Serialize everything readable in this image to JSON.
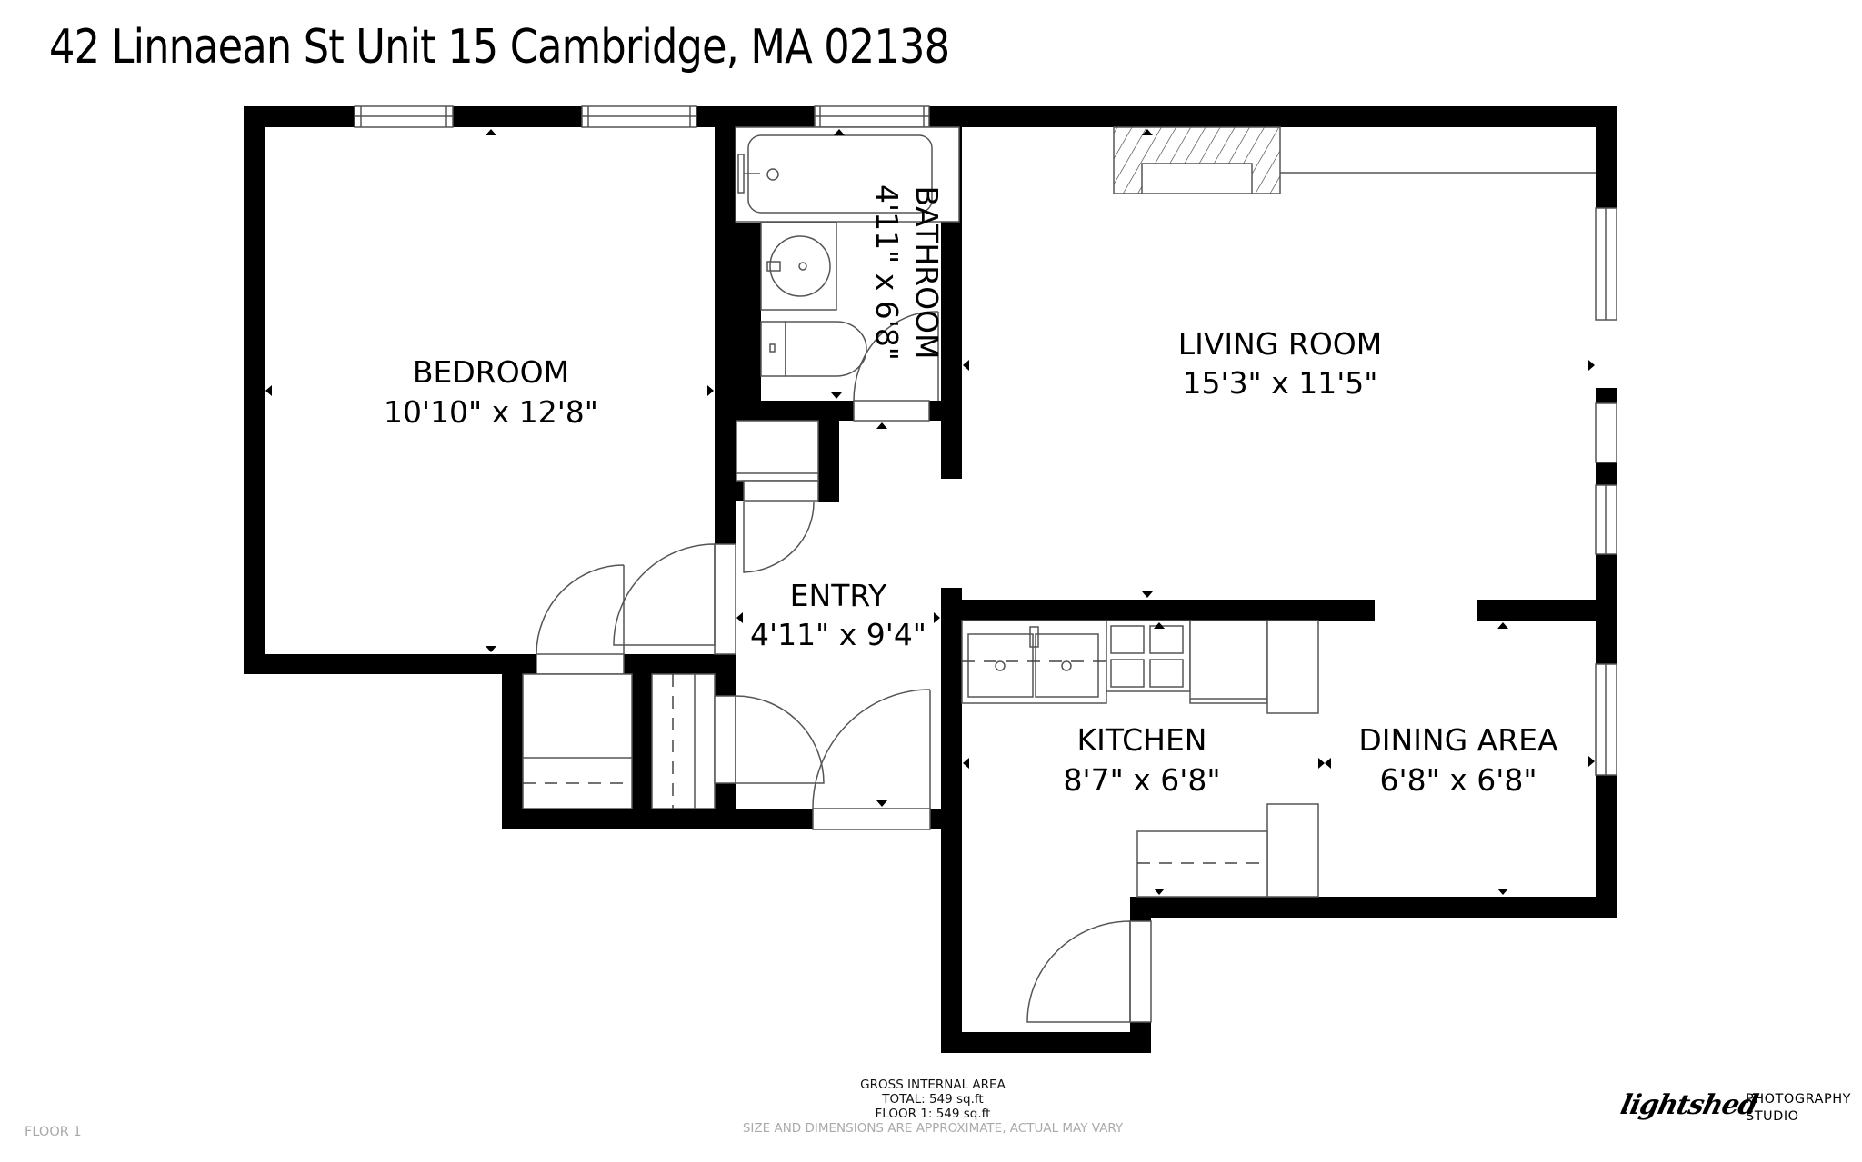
{
  "header": {
    "title": "42 Linnaean St Unit 15 Cambridge, MA 02138"
  },
  "rooms": {
    "bedroom": {
      "name": "BEDROOM",
      "dimensions": "10'10\" x 12'8\""
    },
    "bathroom": {
      "name": "BATHROOM",
      "dimensions": "4'11\" x 6'8\""
    },
    "living_room": {
      "name": "LIVING ROOM",
      "dimensions": "15'3\" x 11'5\""
    },
    "entry": {
      "name": "ENTRY",
      "dimensions": "4'11\" x 9'4\""
    },
    "kitchen": {
      "name": "KITCHEN",
      "dimensions": "8'7\" x 6'8\""
    },
    "dining_area": {
      "name": "DINING AREA",
      "dimensions": "6'8\" x 6'8\""
    }
  },
  "area_summary": {
    "heading": "GROSS INTERNAL AREA",
    "total": "TOTAL: 549 sq.ft",
    "floor1": "FLOOR 1: 549 sq.ft",
    "disclaimer": "SIZE AND DIMENSIONS ARE APPROXIMATE, ACTUAL MAY VARY"
  },
  "floor_label": "FLOOR 1",
  "branding": {
    "logo_script": "lightshed",
    "line1": "PHOTOGRAPHY",
    "line2": "STUDIO"
  },
  "colors": {
    "wall": "#000000",
    "background": "#ffffff",
    "fixture_line": "#555555",
    "muted_text": "#aaaaaa"
  }
}
